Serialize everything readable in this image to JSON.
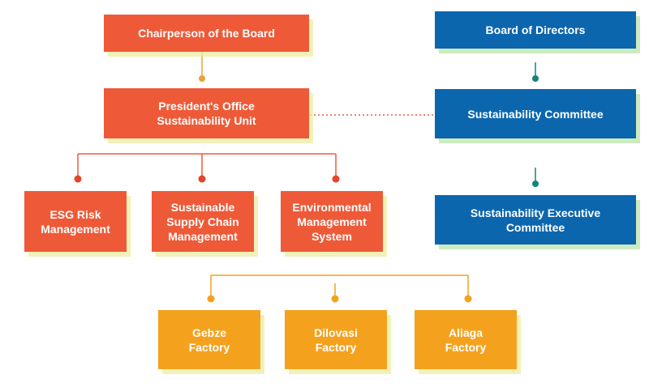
{
  "colors": {
    "orange_red": "#EE5A38",
    "blue": "#0B66AE",
    "amber": "#F4A21E",
    "teal_dot": "#14847A"
  },
  "nodes": {
    "chairperson": "Chairperson of the Board",
    "presidents_office": "President's Office\nSustainability Unit",
    "esg_risk": "ESG Risk\nManagement",
    "supply_chain": "Sustainable\nSupply Chain\nManagement",
    "environmental": "Environmental\nManagement\nSystem",
    "board": "Board of Directors",
    "sust_committee": "Sustainability Committee",
    "sust_exec": "Sustainability Executive\nCommittee",
    "gebze": "Gebze\nFactory",
    "dilovasi": "Dilovasi\nFactory",
    "aliaga": "Aliaga\nFactory"
  }
}
